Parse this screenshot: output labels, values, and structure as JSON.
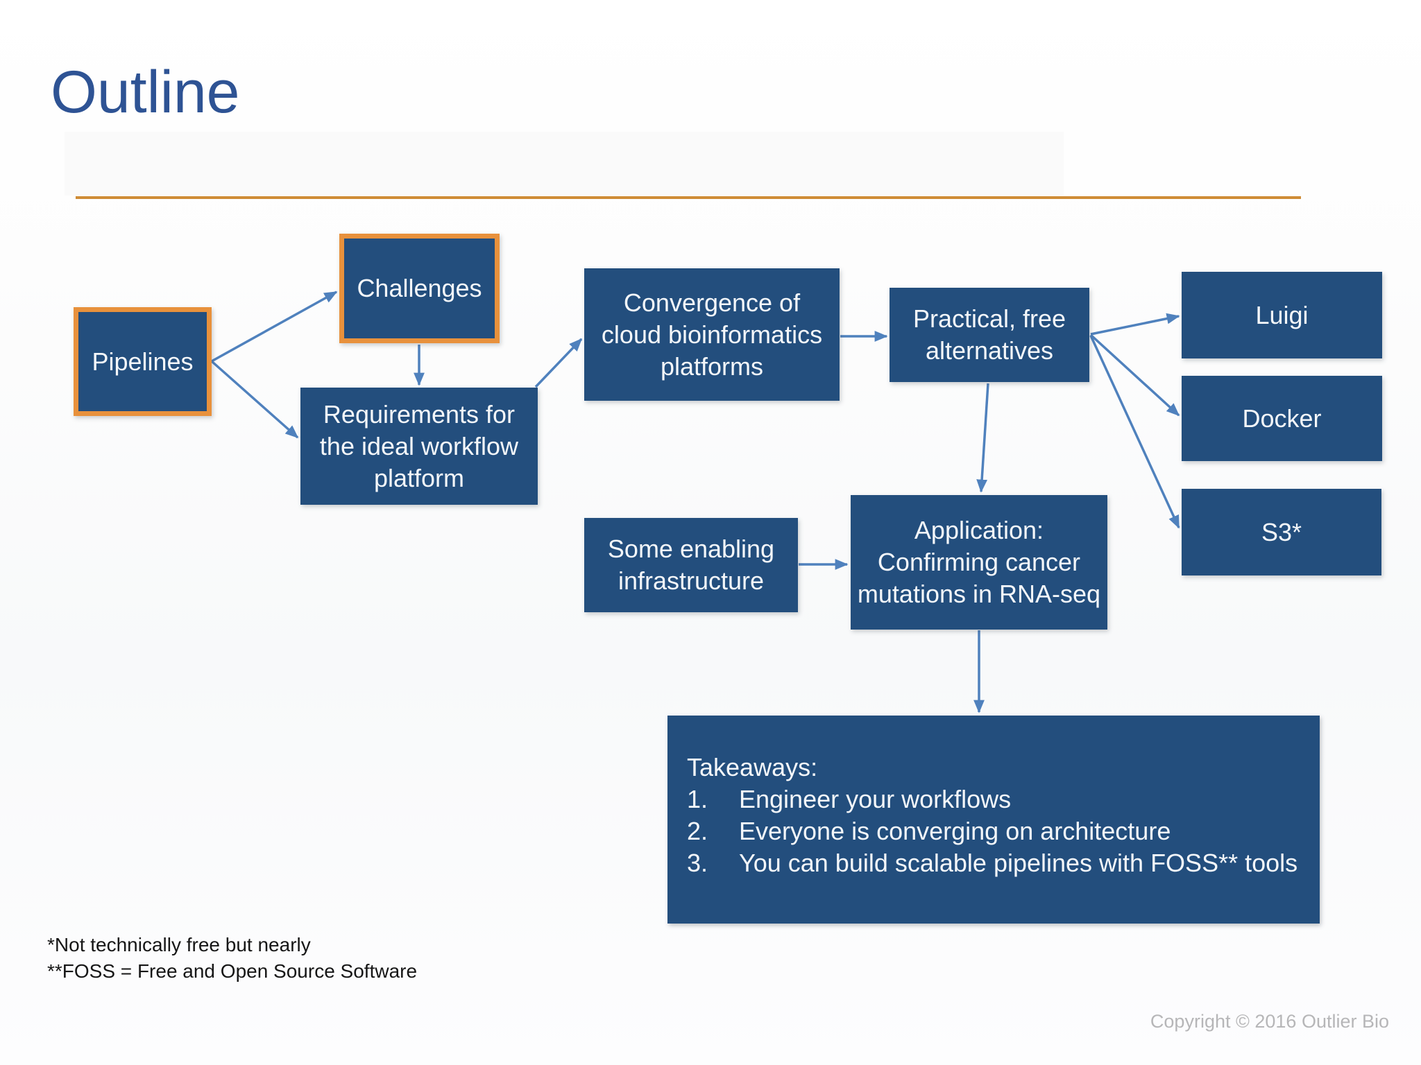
{
  "slide": {
    "title": "Outline",
    "footnote_lines": [
      "*Not technically free but nearly",
      "**FOSS = Free and Open Source Software"
    ],
    "copyright": "Copyright © 2016 Outlier Bio"
  },
  "colors": {
    "node_fill": "#234e7d",
    "highlight_border": "#e8913c",
    "arrow": "#4f81bd",
    "title_text": "#2e5394",
    "divider_rule": "#cf8c36",
    "node_text": "#f4f7fa",
    "footnote_text": "#161616",
    "copyright_text": "#b6b6b8"
  },
  "diagram": {
    "nodes": [
      {
        "id": "pipelines",
        "label": "Pipelines",
        "highlighted": true
      },
      {
        "id": "challenges",
        "label": "Challenges",
        "highlighted": true
      },
      {
        "id": "requirements",
        "label": "Requirements for\nthe ideal workflow\nplatform",
        "highlighted": false
      },
      {
        "id": "convergence",
        "label": "Convergence of\ncloud bioinformatics\nplatforms",
        "highlighted": false
      },
      {
        "id": "practical",
        "label": "Practical, free\nalternatives",
        "highlighted": false
      },
      {
        "id": "luigi",
        "label": "Luigi",
        "highlighted": false
      },
      {
        "id": "docker",
        "label": "Docker",
        "highlighted": false
      },
      {
        "id": "s3",
        "label": "S3*",
        "highlighted": false
      },
      {
        "id": "enabling",
        "label": "Some enabling\ninfrastructure",
        "highlighted": false
      },
      {
        "id": "application",
        "label": "Application:\nConfirming cancer\nmutations in RNA-seq",
        "highlighted": false
      }
    ],
    "edges": [
      {
        "from": "pipelines",
        "to": "challenges"
      },
      {
        "from": "pipelines",
        "to": "requirements"
      },
      {
        "from": "challenges",
        "to": "requirements"
      },
      {
        "from": "requirements",
        "to": "convergence"
      },
      {
        "from": "convergence",
        "to": "practical"
      },
      {
        "from": "practical",
        "to": "luigi"
      },
      {
        "from": "practical",
        "to": "docker"
      },
      {
        "from": "practical",
        "to": "s3"
      },
      {
        "from": "practical",
        "to": "application"
      },
      {
        "from": "enabling",
        "to": "application"
      },
      {
        "from": "application",
        "to": "takeaways"
      }
    ]
  },
  "takeaways": {
    "heading": "Takeaways:",
    "items": [
      {
        "num": "1.",
        "text": "Engineer your workflows"
      },
      {
        "num": "2.",
        "text": "Everyone is converging on architecture"
      },
      {
        "num": "3.",
        "text": "You can build scalable pipelines with FOSS** tools"
      }
    ]
  }
}
